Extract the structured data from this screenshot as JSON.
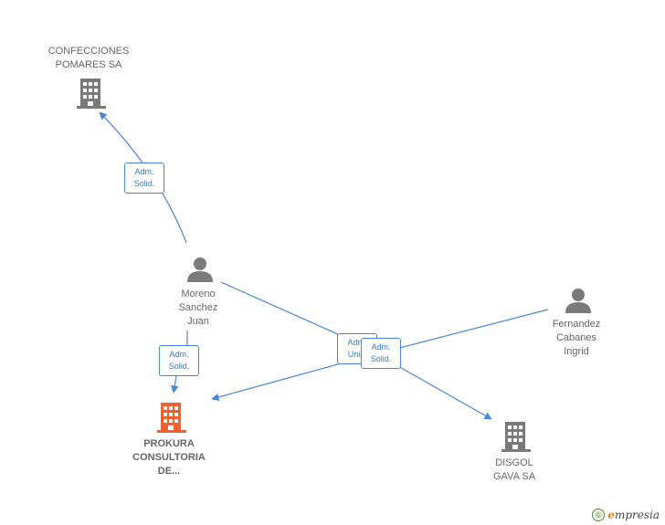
{
  "colors": {
    "edge": "#4a86d6",
    "company_gray": "#7a7a7a",
    "company_highlight": "#f2602b",
    "person": "#7a7a7a",
    "label": "#666666"
  },
  "nodes": {
    "confecciones": {
      "label_lines": [
        "CONFECCIONES",
        "POMARES SA"
      ],
      "icon": "building-icon"
    },
    "moreno": {
      "label_lines": [
        "Moreno",
        "Sanchez",
        "Juan"
      ],
      "icon": "person-icon"
    },
    "prokura": {
      "label_lines": [
        "PROKURA",
        "CONSULTORIA",
        "DE..."
      ],
      "icon": "building-icon"
    },
    "fernandez": {
      "label_lines": [
        "Fernandez",
        "Cabanes",
        "Ingrid"
      ],
      "icon": "person-icon"
    },
    "disgol": {
      "label_lines": [
        "DISGOL",
        "GAVA SA"
      ],
      "icon": "building-icon"
    }
  },
  "edges": {
    "moreno_confecciones": {
      "lines": [
        "Adm.",
        "Solid."
      ]
    },
    "moreno_prokura": {
      "lines": [
        "Adm.",
        "Solid."
      ]
    },
    "moreno_disgol": {
      "lines": [
        "Adm.",
        "Unic."
      ]
    },
    "fernandez_prokura": {
      "lines": [
        "Adm.",
        "Solid."
      ]
    }
  },
  "watermark": {
    "symbol": "©",
    "brand_initial": "e",
    "brand_rest": "mpresia"
  }
}
